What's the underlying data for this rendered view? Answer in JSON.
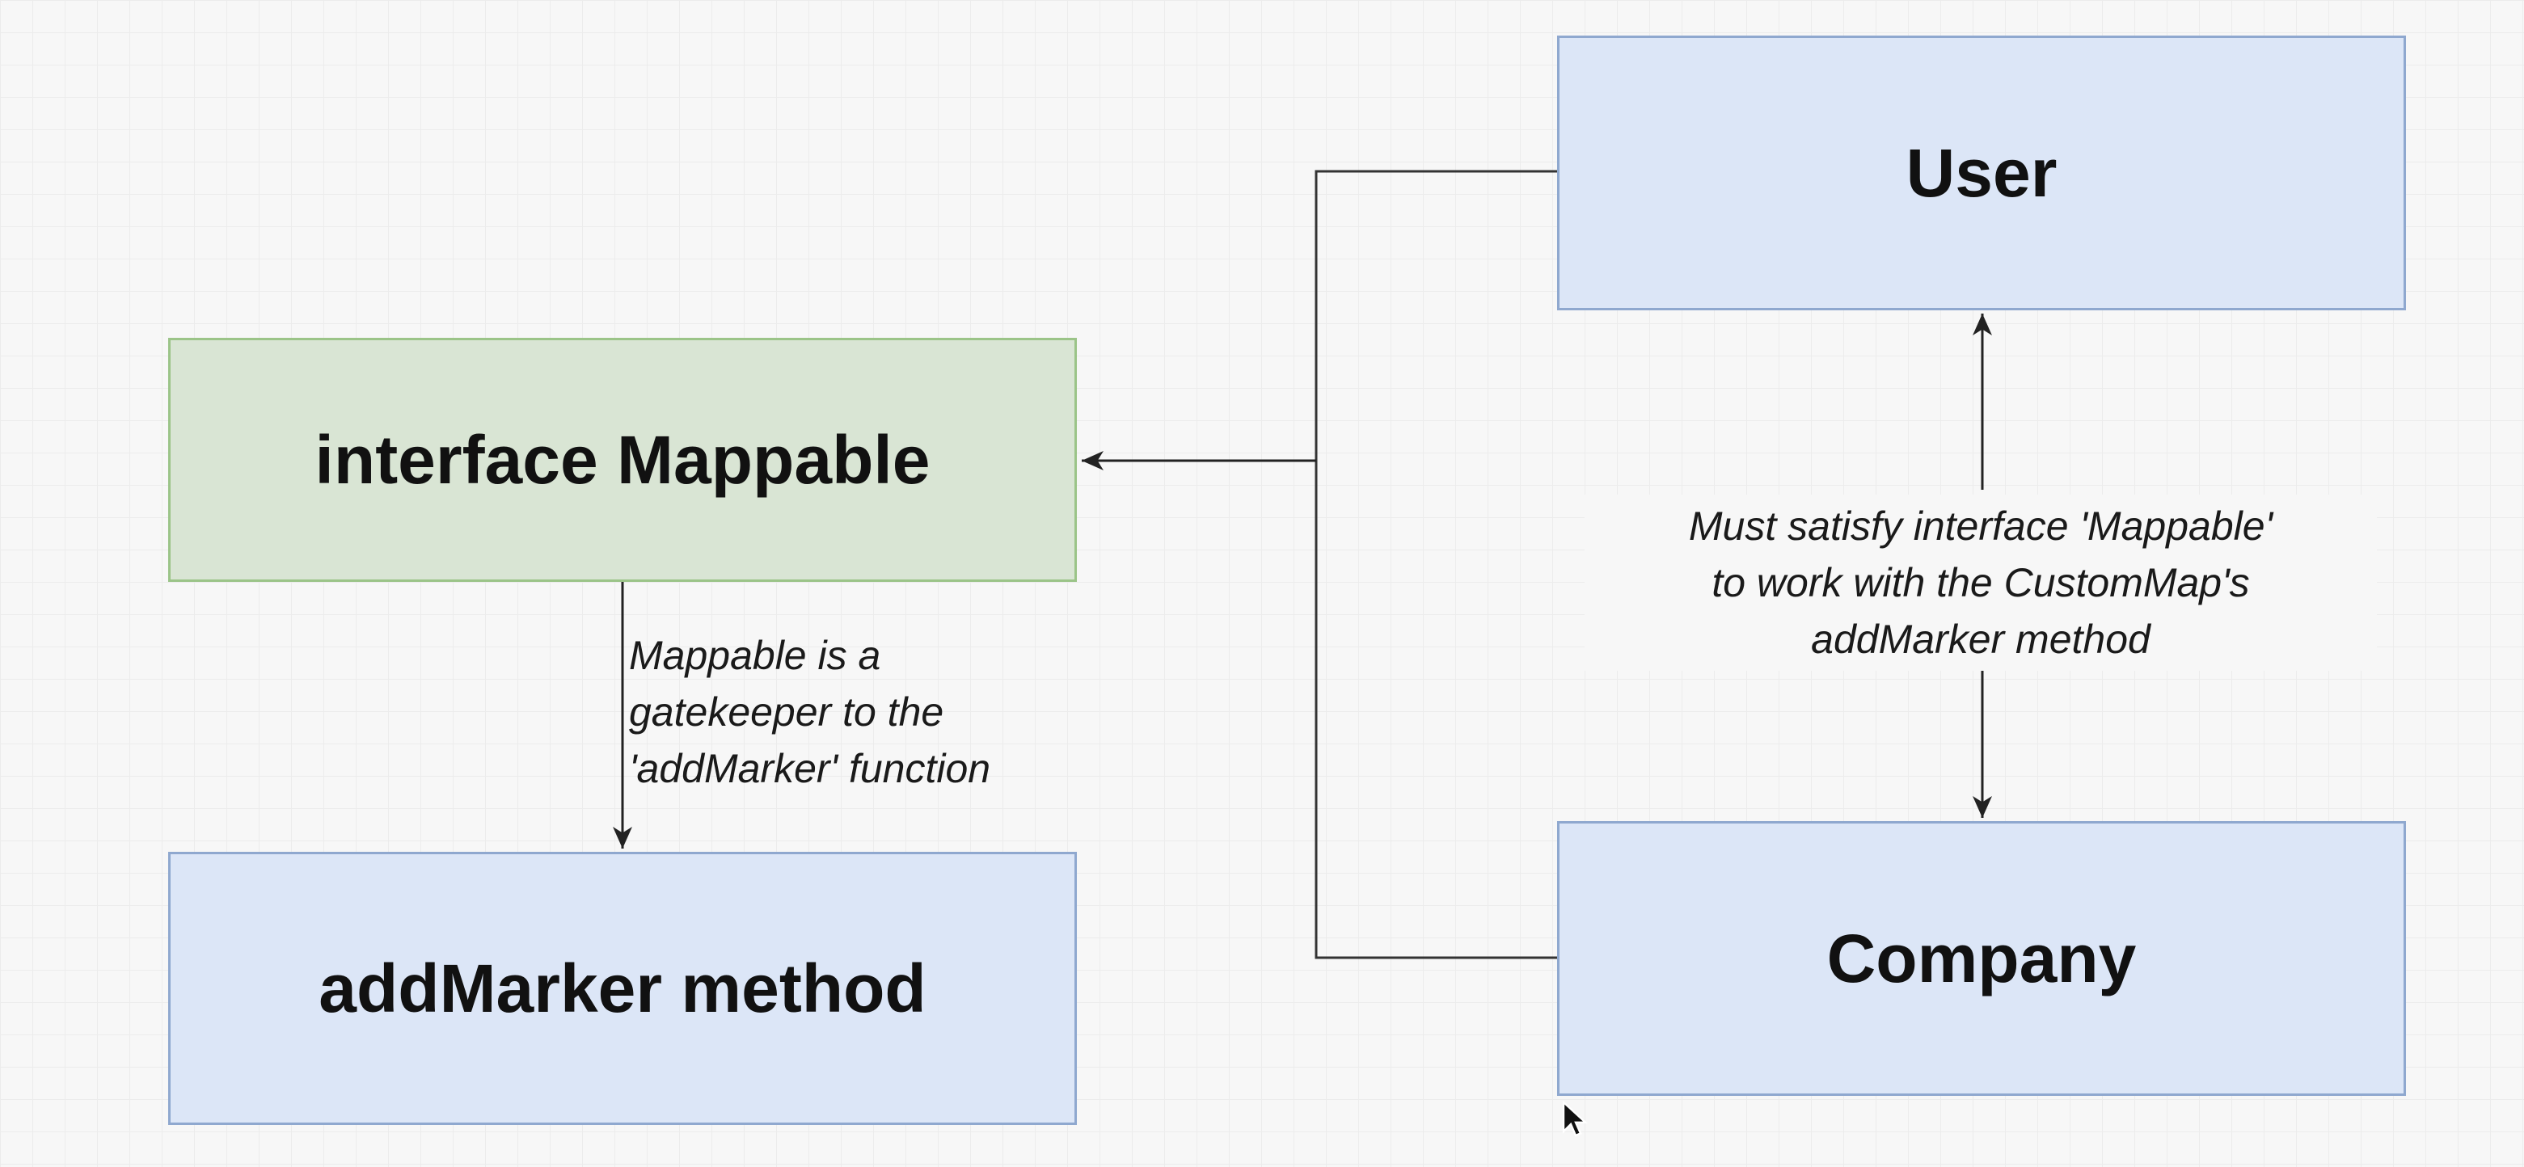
{
  "nodes": {
    "user": "User",
    "company": "Company",
    "mappable": "interface Mappable",
    "add_marker": "addMarker method"
  },
  "edge_labels": {
    "gatekeeper": [
      "Mappable is a",
      "gatekeeper to the",
      "'addMarker' function"
    ],
    "satisfy": [
      "Must satisfy interface 'Mappable'",
      "to work with the CustomMap's",
      "addMarker method"
    ]
  },
  "colors": {
    "background": "#f7f7f7",
    "grid": "#ececec",
    "blue_fill": "#dce6f7",
    "blue_stroke": "#8fa8cf",
    "green_fill": "#d9e5d4",
    "green_stroke": "#9bc488",
    "connector": "#333333"
  },
  "icons": {
    "cursor": "mouse-pointer-icon"
  }
}
